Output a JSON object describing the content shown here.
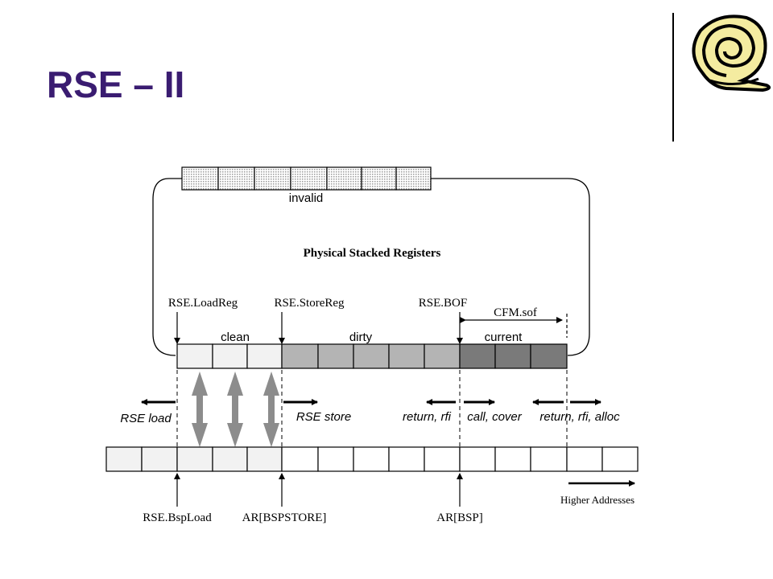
{
  "slide": {
    "title": "RSE – II",
    "logo_icon": "spiral-scroll-logo"
  },
  "diagram": {
    "invalid_label": "invalid",
    "physical_label": "Physical Stacked Registers",
    "pointers_top": {
      "loadreg": "RSE.LoadReg",
      "storereg": "RSE.StoreReg",
      "bof": "RSE.BOF"
    },
    "cfm_label": "CFM.sof",
    "regions": {
      "clean": "clean",
      "dirty": "dirty",
      "current": "current"
    },
    "operations": {
      "rse_load": "RSE load",
      "rse_store": "RSE store",
      "return_rfi": "return, rfi",
      "call_cover": "call, cover",
      "return_rfi_alloc": "return, rfi, alloc"
    },
    "pointers_bottom": {
      "bspload": "RSE.BspLoad",
      "bspstore": "AR[BSPSTORE]",
      "bsp": "AR[BSP]"
    },
    "higher_addresses": "Higher Addresses",
    "colors": {
      "title": "#3a1c71",
      "clean": "#f2f2f2",
      "dirty": "#b4b4b4",
      "current": "#7a7a7a",
      "transfer_arrow": "#8c8c8c"
    }
  }
}
